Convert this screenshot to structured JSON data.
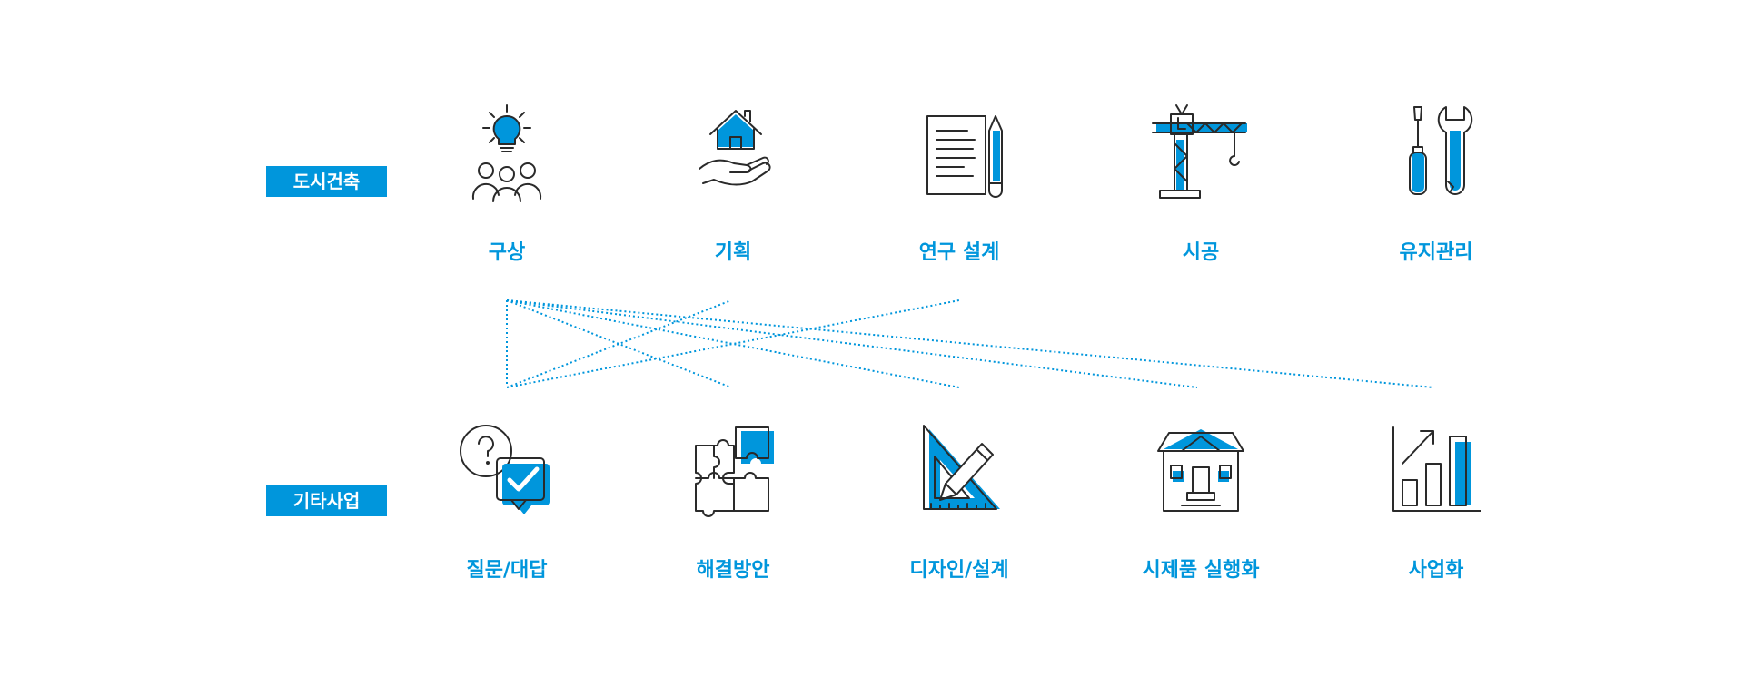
{
  "rows": {
    "urban": {
      "tag": "도시건축",
      "steps": [
        {
          "label": "구상",
          "icon": "lightbulb-people-icon"
        },
        {
          "label": "기획",
          "icon": "hand-house-icon"
        },
        {
          "label": "연구 설계",
          "icon": "document-pencil-icon"
        },
        {
          "label": "시공",
          "icon": "crane-icon"
        },
        {
          "label": "유지관리",
          "icon": "screwdriver-wrench-icon"
        }
      ]
    },
    "other": {
      "tag": "기타사업",
      "steps": [
        {
          "label": "질문/대답",
          "icon": "question-check-bubble-icon"
        },
        {
          "label": "해결방안",
          "icon": "puzzle-icon"
        },
        {
          "label": "디자인/설계",
          "icon": "triangle-ruler-pencil-icon"
        },
        {
          "label": "시제품 실행화",
          "icon": "house-model-icon"
        },
        {
          "label": "사업화",
          "icon": "growth-bar-chart-icon"
        }
      ]
    }
  },
  "colors": {
    "accent": "#0096dc",
    "line": "#2a2a2a",
    "background": "#ffffff"
  }
}
